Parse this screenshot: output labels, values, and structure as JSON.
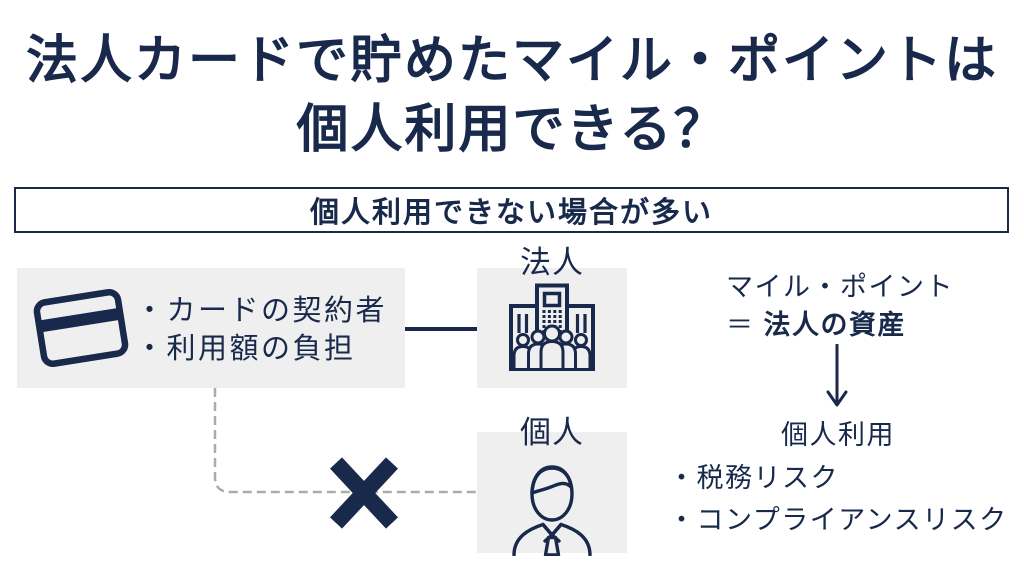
{
  "title": {
    "line1": "法人カードで貯めたマイル・ポイントは",
    "line2": "個人利用できる？"
  },
  "banner": {
    "label": "個人利用できない場合が多い"
  },
  "card_panel": {
    "icon": "credit-card-icon",
    "bullets": [
      "・カードの契約者",
      "・利用額の負担"
    ]
  },
  "corp": {
    "label": "法人",
    "icon": "company-building-icon"
  },
  "person": {
    "label": "個人",
    "icon": "businessman-icon"
  },
  "links": {
    "card_to_corp": "solid-line",
    "card_to_person": "dashed-line",
    "cross": "cross-icon"
  },
  "asset_note": {
    "line1": "マイル・ポイント",
    "equals_sign": "＝",
    "owner": "法人の資産",
    "arrow": "down-arrow-icon",
    "result": "個人利用",
    "risks": [
      "・税務リスク",
      "・コンプライアンスリスク"
    ]
  },
  "colors": {
    "navy": "#18294b",
    "panel_gray": "#efefef",
    "dash_gray": "#ababab",
    "background": "#ffffff"
  }
}
